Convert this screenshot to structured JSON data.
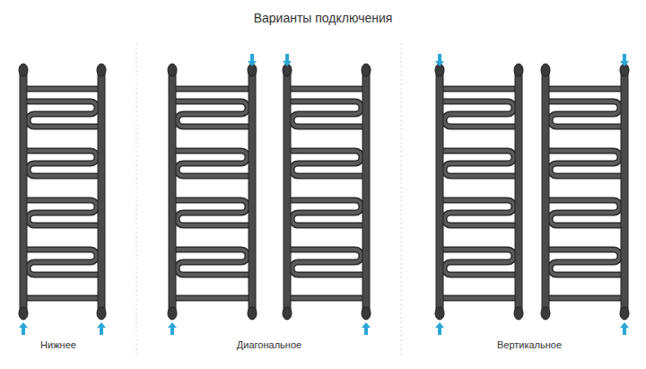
{
  "diagram": {
    "title": "Варианты подключения",
    "labels": [
      "Нижнее",
      "Диагональное",
      "Вертикальное"
    ]
  }
}
